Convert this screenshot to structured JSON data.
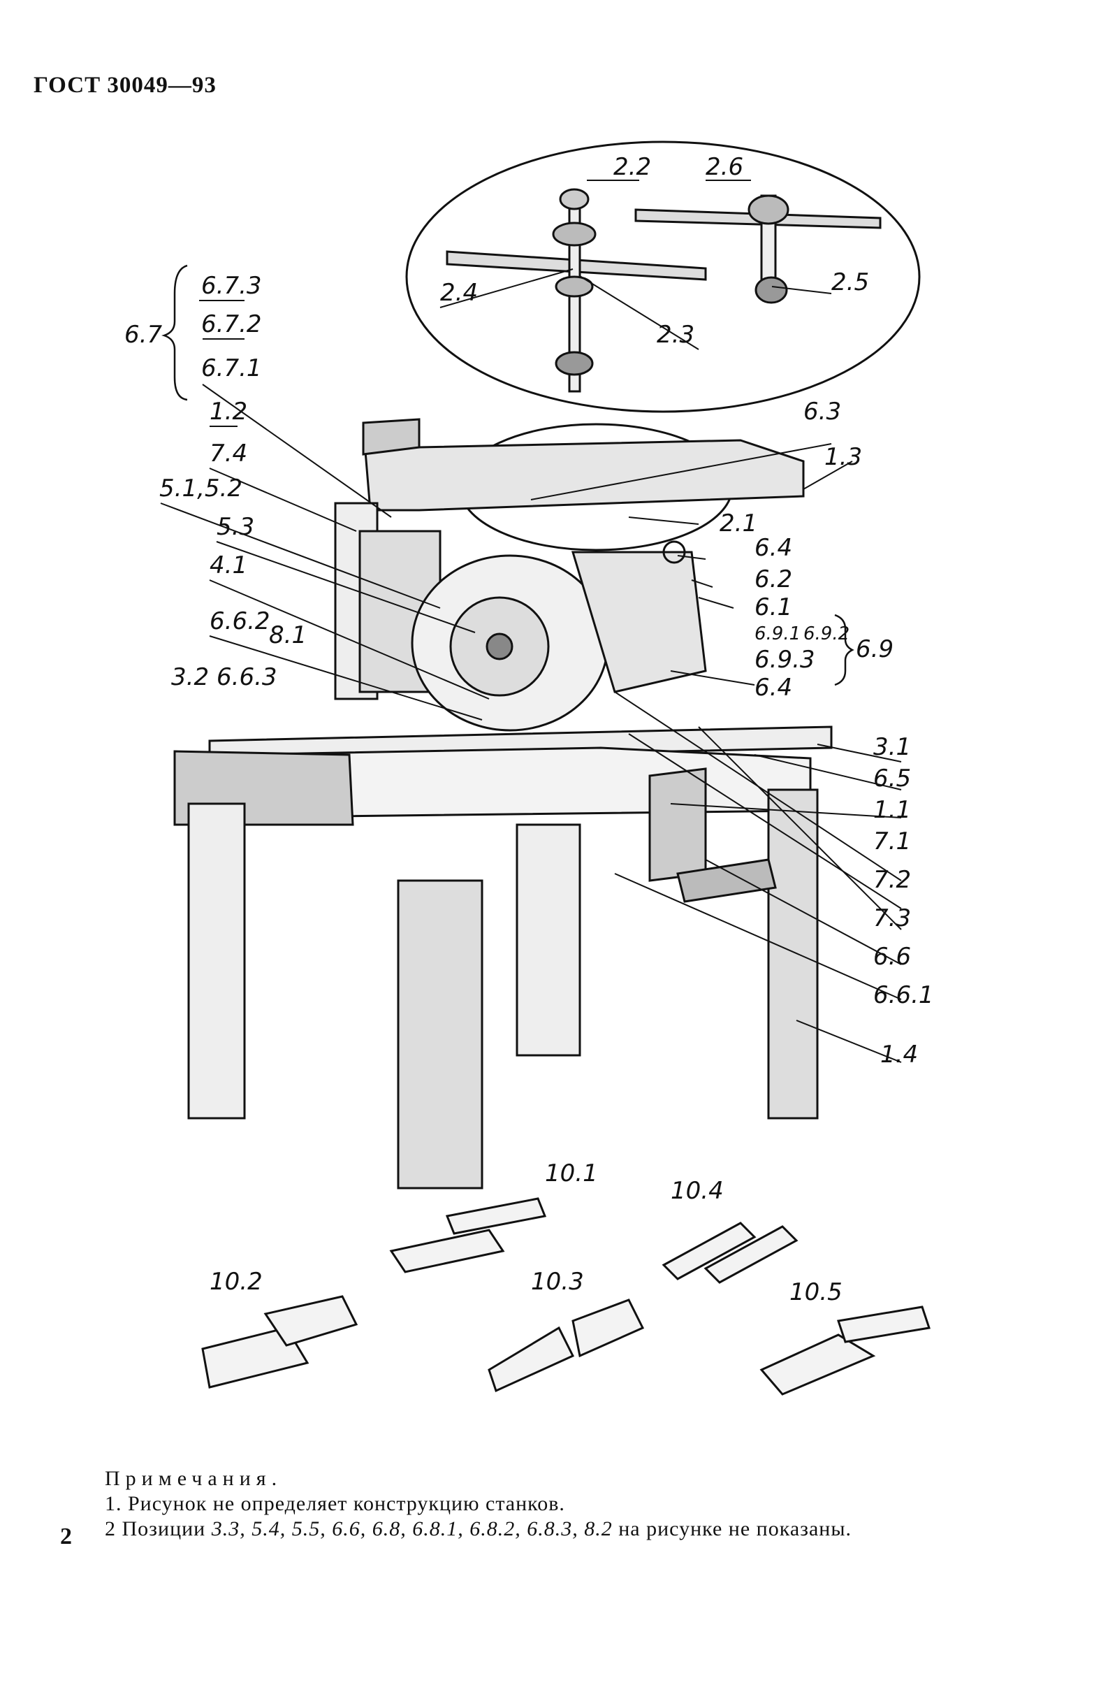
{
  "header": {
    "standard": "ГОСТ 30049—93"
  },
  "page_number": "2",
  "notes": {
    "title": "Примечания.",
    "line1": "1. Рисунок не определяет конструкцию станков.",
    "line2_prefix": "2 Позиции",
    "line2_positions": "3.3, 5.4, 5.5, 6.6, 6.8, 6.8.1, 6.8.2, 6.8.3, 8.2",
    "line2_suffix": "на рисунке не показаны."
  },
  "callouts": {
    "c22": "2.2",
    "c26": "2.6",
    "c24": "2.4",
    "c25": "2.5",
    "c23": "2.3",
    "c673": "6.7.3",
    "c672": "6.7.2",
    "c671": "6.7.1",
    "c67": "6.7",
    "c12": "1.2",
    "c74": "7.4",
    "c5152": "5.1,5.2",
    "c53": "5.3",
    "c41": "4.1",
    "c662": "6.6.2",
    "c81": "8.1",
    "c32": "3.2",
    "c663": "6.6.3",
    "c63": "6.3",
    "c13": "1.3",
    "c21": "2.1",
    "c64a": "6.4",
    "c62": "6.2",
    "c61": "6.1",
    "c691": "6.9.1",
    "c692": "6.9.2",
    "c693": "6.9.3",
    "c69": "6.9",
    "c64b": "6.4",
    "c31": "3.1",
    "c65": "6.5",
    "c11": "1.1",
    "c71": "7.1",
    "c72": "7.2",
    "c73": "7.3",
    "c66": "6.6",
    "c661": "6.6.1",
    "c14": "1.4",
    "c101": "10.1",
    "c104": "10.4",
    "c102": "10.2",
    "c103": "10.3",
    "c105": "10.5"
  }
}
